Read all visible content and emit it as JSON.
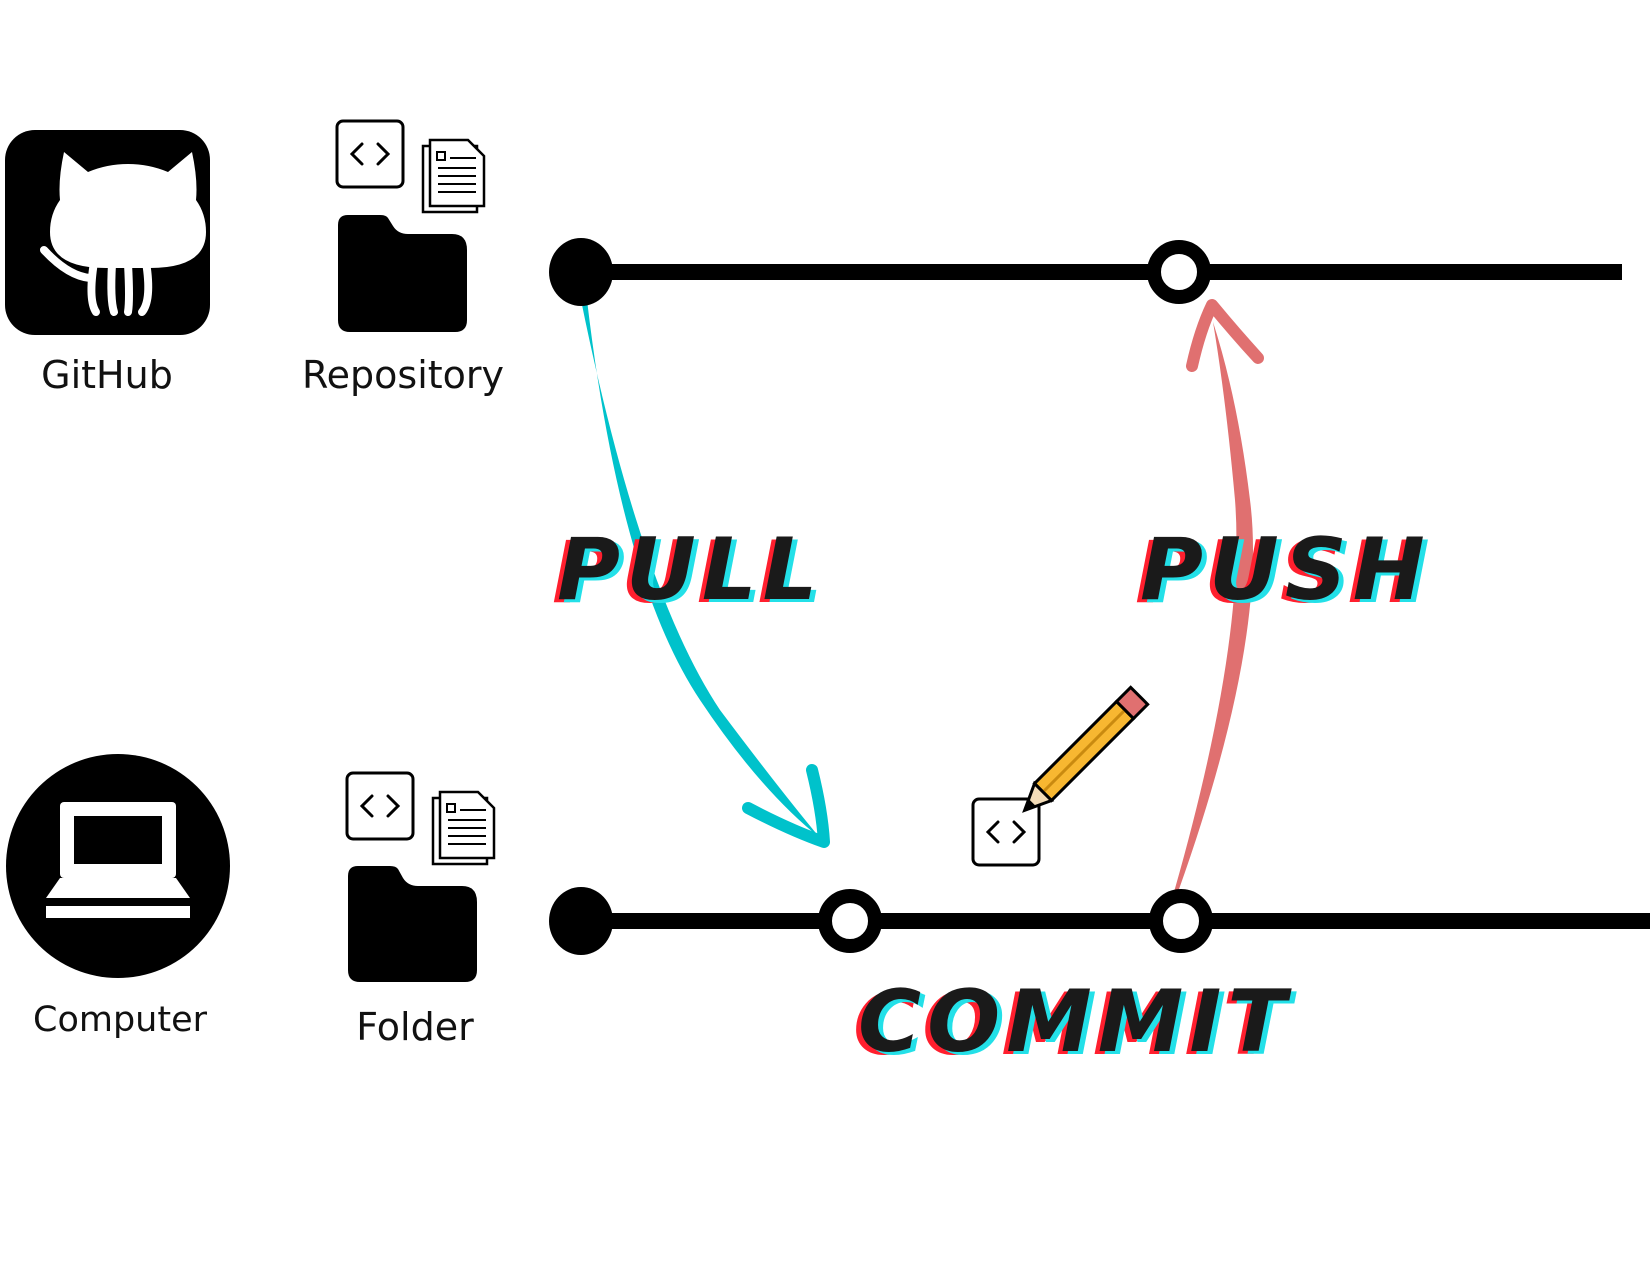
{
  "nodes": {
    "github": {
      "label": "GitHub"
    },
    "repository": {
      "label": "Repository"
    },
    "computer": {
      "label": "Computer"
    },
    "folder": {
      "label": "Folder"
    }
  },
  "actions": {
    "pull": "PULL",
    "push": "PUSH",
    "commit": "COMMIT"
  },
  "colors": {
    "line": "#000000",
    "pull_arrow": "#00c2cb",
    "push_arrow": "#e07070",
    "action_text": "#1a1a1a",
    "shadow_red": "#ff1f2e",
    "shadow_cyan": "#23e0e8",
    "pencil_body": "#f7b731",
    "pencil_eraser": "#e07070"
  }
}
